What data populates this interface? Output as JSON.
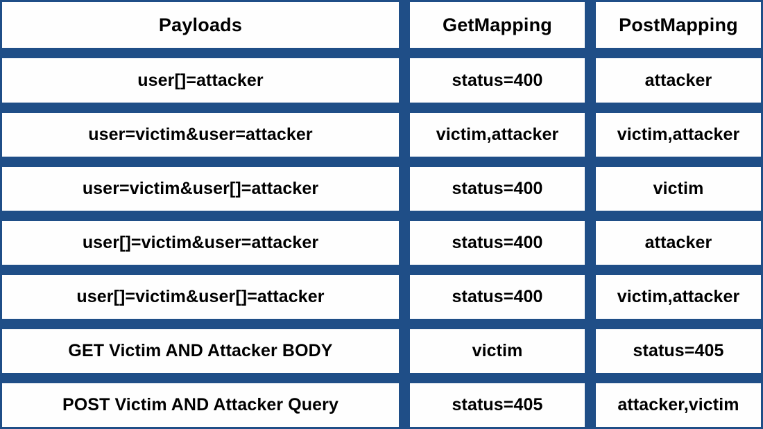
{
  "table": {
    "columns": [
      "Payloads",
      "GetMapping",
      "PostMapping"
    ],
    "rows": [
      {
        "payload": "user[]=attacker",
        "get_mapping": "status=400",
        "post_mapping": "attacker"
      },
      {
        "payload": "user=victim&user=attacker",
        "get_mapping": "victim,attacker",
        "post_mapping": "victim,attacker"
      },
      {
        "payload": "user=victim&user[]=attacker",
        "get_mapping": "status=400",
        "post_mapping": "victim"
      },
      {
        "payload": "user[]=victim&user=attacker",
        "get_mapping": "status=400",
        "post_mapping": "attacker"
      },
      {
        "payload": "user[]=victim&user[]=attacker",
        "get_mapping": "status=400",
        "post_mapping": "victim,attacker"
      },
      {
        "payload": "GET Victim AND Attacker BODY",
        "get_mapping": "victim",
        "post_mapping": "status=405"
      },
      {
        "payload": "POST Victim AND Attacker Query",
        "get_mapping": "status=405",
        "post_mapping": "attacker,victim"
      }
    ]
  },
  "colors": {
    "border_blue": "#1F4E87",
    "cell_background": "#FEFEFE",
    "text": "#000000"
  }
}
